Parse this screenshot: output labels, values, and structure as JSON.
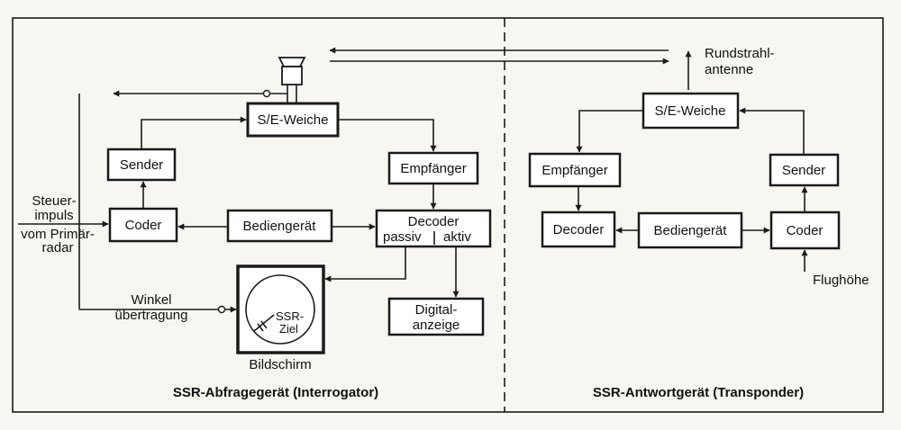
{
  "interrogator": {
    "title": "SSR-Abfragegerät (Interrogator)",
    "se_weiche": "S/E-Weiche",
    "sender": "Sender",
    "empfaenger": "Empfänger",
    "coder": "Coder",
    "bediengeraet": "Bediengerät",
    "decoder": "Decoder",
    "decoder_passiv": "passiv",
    "decoder_aktiv": "aktiv",
    "digitalanzeige_1": "Digital-",
    "digitalanzeige_2": "anzeige",
    "bildschirm": "Bildschirm",
    "ssr_ziel_1": "SSR-",
    "ssr_ziel_2": "Ziel",
    "steuerimpuls_1": "Steuer-",
    "steuerimpuls_2": "impuls",
    "vom_primaer_1": "vom Primär-",
    "vom_primaer_2": "radar",
    "winkel_1": "Winkel",
    "winkel_2": "übertragung"
  },
  "transponder": {
    "title": "SSR-Antwortgerät (Transponder)",
    "antenne_1": "Rundstrahl-",
    "antenne_2": "antenne",
    "se_weiche": "S/E-Weiche",
    "empfaenger": "Empfänger",
    "sender": "Sender",
    "decoder": "Decoder",
    "bediengeraet": "Bediengerät",
    "coder": "Coder",
    "flughoehe": "Flughöhe"
  }
}
